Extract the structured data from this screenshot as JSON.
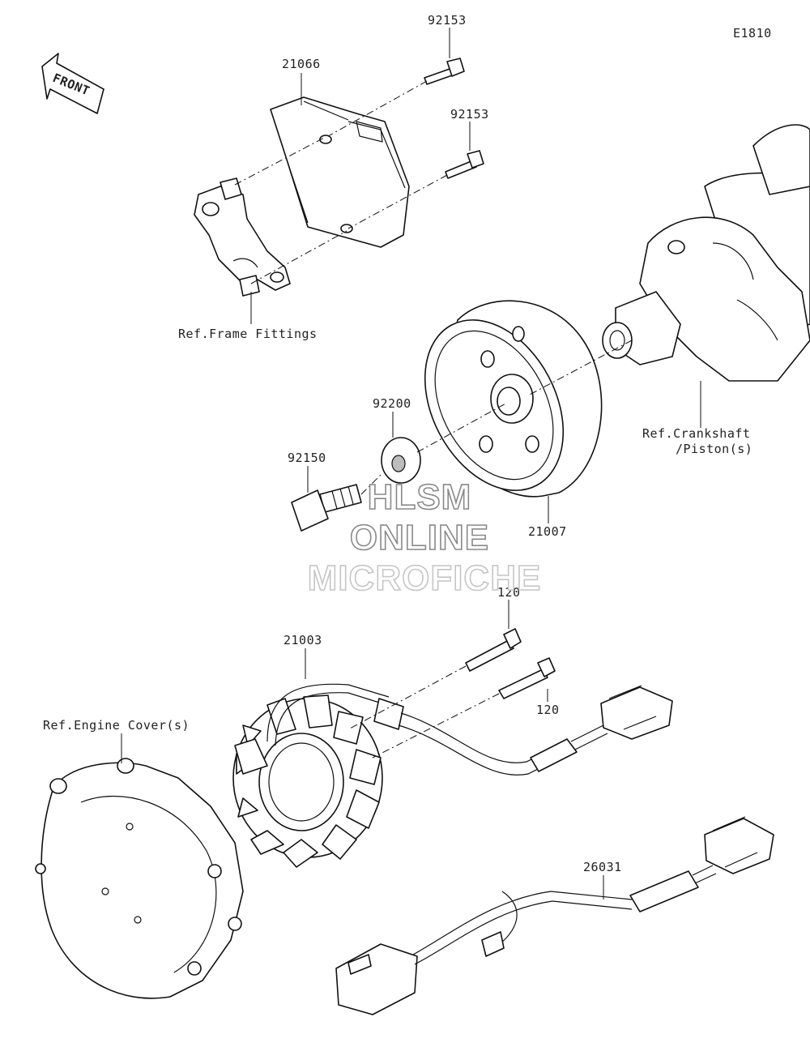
{
  "diagram": {
    "code": "E1810",
    "front_label": "FRONT",
    "parts": [
      {
        "id": "92153-top",
        "number": "92153"
      },
      {
        "id": "21066",
        "number": "21066"
      },
      {
        "id": "92153-mid",
        "number": "92153"
      },
      {
        "id": "92200",
        "number": "92200"
      },
      {
        "id": "92150",
        "number": "92150"
      },
      {
        "id": "21007",
        "number": "21007"
      },
      {
        "id": "120-top",
        "number": "120"
      },
      {
        "id": "120-bottom",
        "number": "120"
      },
      {
        "id": "21003",
        "number": "21003"
      },
      {
        "id": "26031",
        "number": "26031"
      }
    ],
    "references": {
      "frame_fittings": "Ref.Frame Fittings",
      "crankshaft_line1": "Ref.Crankshaft",
      "crankshaft_line2": "/Piston(s)",
      "engine_cover": "Ref.Engine Cover(s)"
    }
  },
  "watermark": {
    "line1": "HLSM",
    "line2": "ONLINE",
    "line3": "MICROFICHE"
  }
}
